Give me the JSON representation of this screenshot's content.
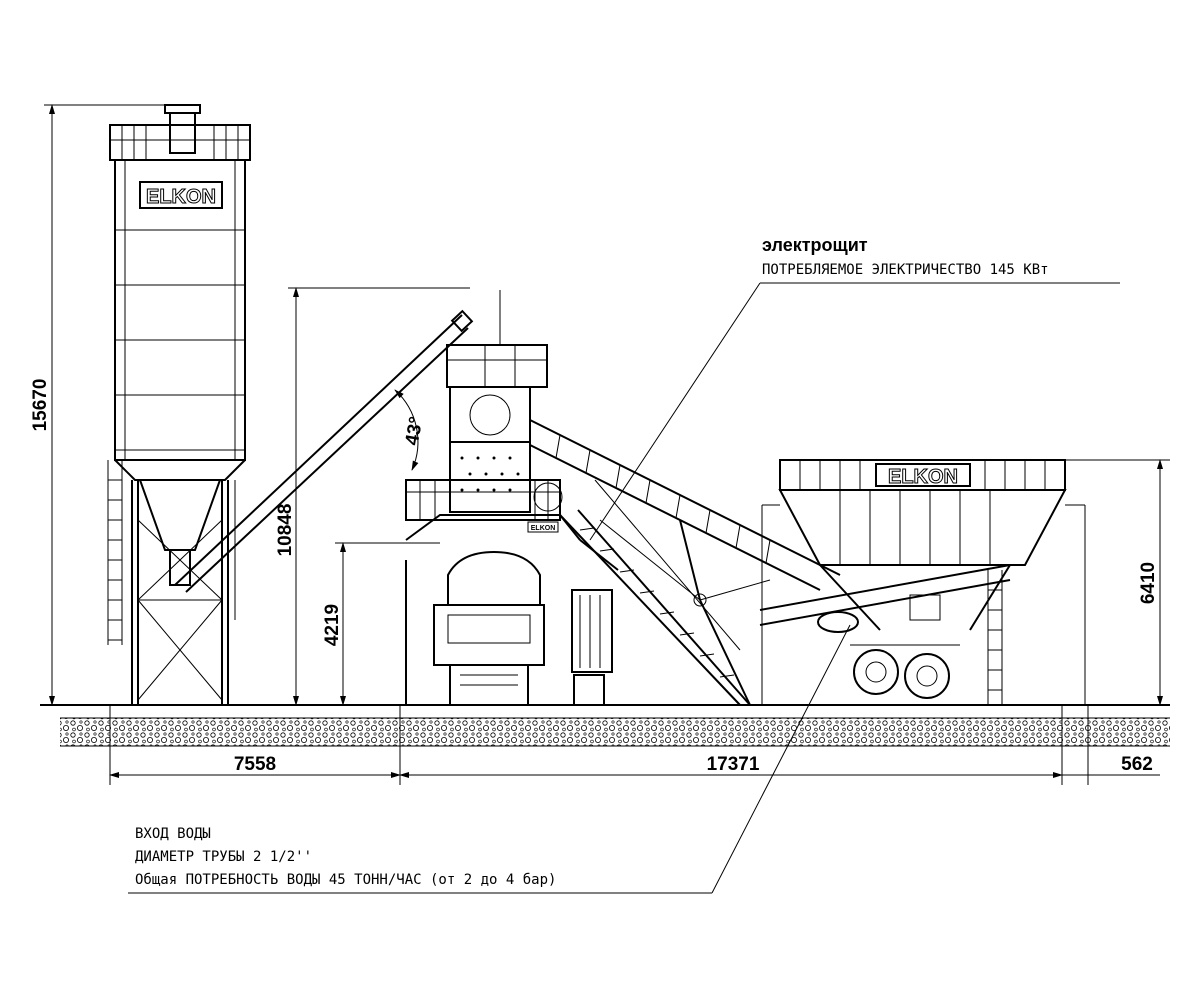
{
  "brand": {
    "name": "ELKON",
    "small": "ELKON"
  },
  "dimensions": {
    "silo_height": "15670",
    "plant_height": "10848",
    "truck_clearance": "4219",
    "aggregate_bin_height": "6410",
    "silo_width": "7558",
    "plant_length": "17371",
    "bin_offset": "562",
    "conveyor_angle": "43°"
  },
  "notes": {
    "electrical": {
      "title": "электрощит",
      "line": "ПОТРЕБЛЯЕМОЕ ЭЛЕКТРИЧЕСТВО 145 КВт"
    },
    "water": {
      "line1": "ВХОД ВОДЫ",
      "line2": "ДИАМЕТР ТРУБЫ 2 1/2''",
      "line3": "Общая ПОТРЕБНОСТЬ  ВОДЫ 45 ТОНН/ЧАС (от 2 до 4 бар)"
    }
  }
}
